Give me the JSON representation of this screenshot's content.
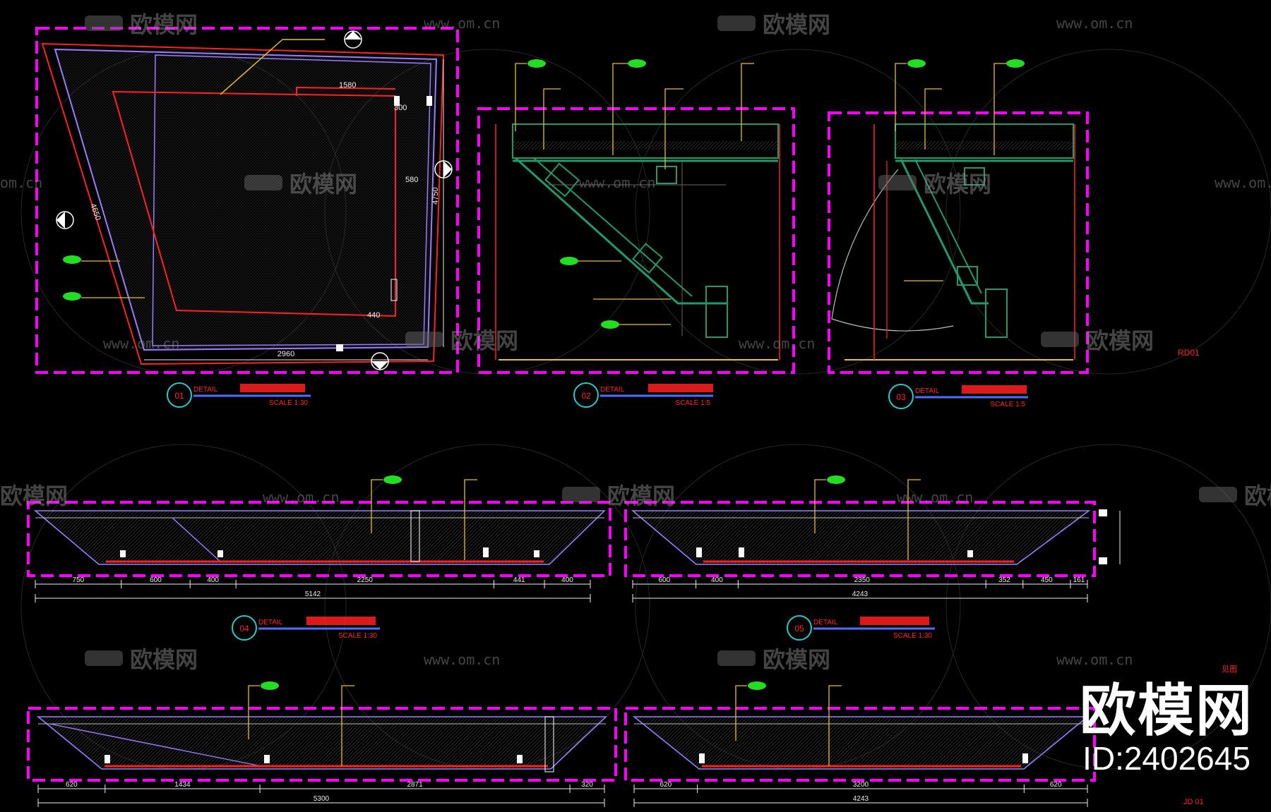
{
  "watermark": {
    "brand_cn": "欧模网",
    "url": "www.om.cn",
    "url_short": "om.cn"
  },
  "brand_overlay": {
    "name": "欧模网",
    "id": "ID:2402645"
  },
  "drawing_labels": {
    "plan_note": "RD01",
    "right_note": "JD 01",
    "corner_note_1": "DETAIL",
    "corner_note_2": "见图"
  },
  "views": [
    {
      "number": "01",
      "tag": "DETAIL",
      "scale": "SCALE 1:30"
    },
    {
      "number": "02",
      "tag": "DETAIL",
      "scale": "SCALE 1:5"
    },
    {
      "number": "03",
      "tag": "DETAIL",
      "scale": "SCALE 1:5"
    },
    {
      "number": "04",
      "tag": "DETAIL",
      "scale": "SCALE 1:30"
    },
    {
      "number": "05",
      "tag": "DETAIL",
      "scale": "SCALE 1:30"
    }
  ],
  "plan_dimensions": {
    "bottom_total": "2960",
    "inner_top": "1580",
    "right_total": "4750",
    "left_diag": "4650",
    "pos_440": "440",
    "pos_300": "300",
    "pos_580": "580"
  },
  "elevation_top_left": {
    "segments": [
      "750",
      "600",
      "400",
      "2250",
      "441",
      "400"
    ],
    "total": "5142"
  },
  "elevation_top_right": {
    "segments": [
      "600",
      "400",
      "2350",
      "352",
      "450",
      "161"
    ],
    "total": "4243"
  },
  "elevation_bottom_left": {
    "segments": [
      "620",
      "1434",
      "2871",
      "320"
    ],
    "total": "5300"
  },
  "elevation_bottom_right": {
    "segments": [
      "620",
      "3200",
      "620"
    ],
    "total": "4243"
  },
  "colors": {
    "background": "#000000",
    "frame": "#ff00ff",
    "outline_red": "#ff2020",
    "outline_violet": "#9a7cff",
    "leader_yellow": "#e8c020",
    "structure_green": "#1f9a6a",
    "callout_green": "#22dd22",
    "title_cyan": "#22cccc",
    "title_blue": "#4a70ff",
    "dim_white": "#eeeeee"
  }
}
